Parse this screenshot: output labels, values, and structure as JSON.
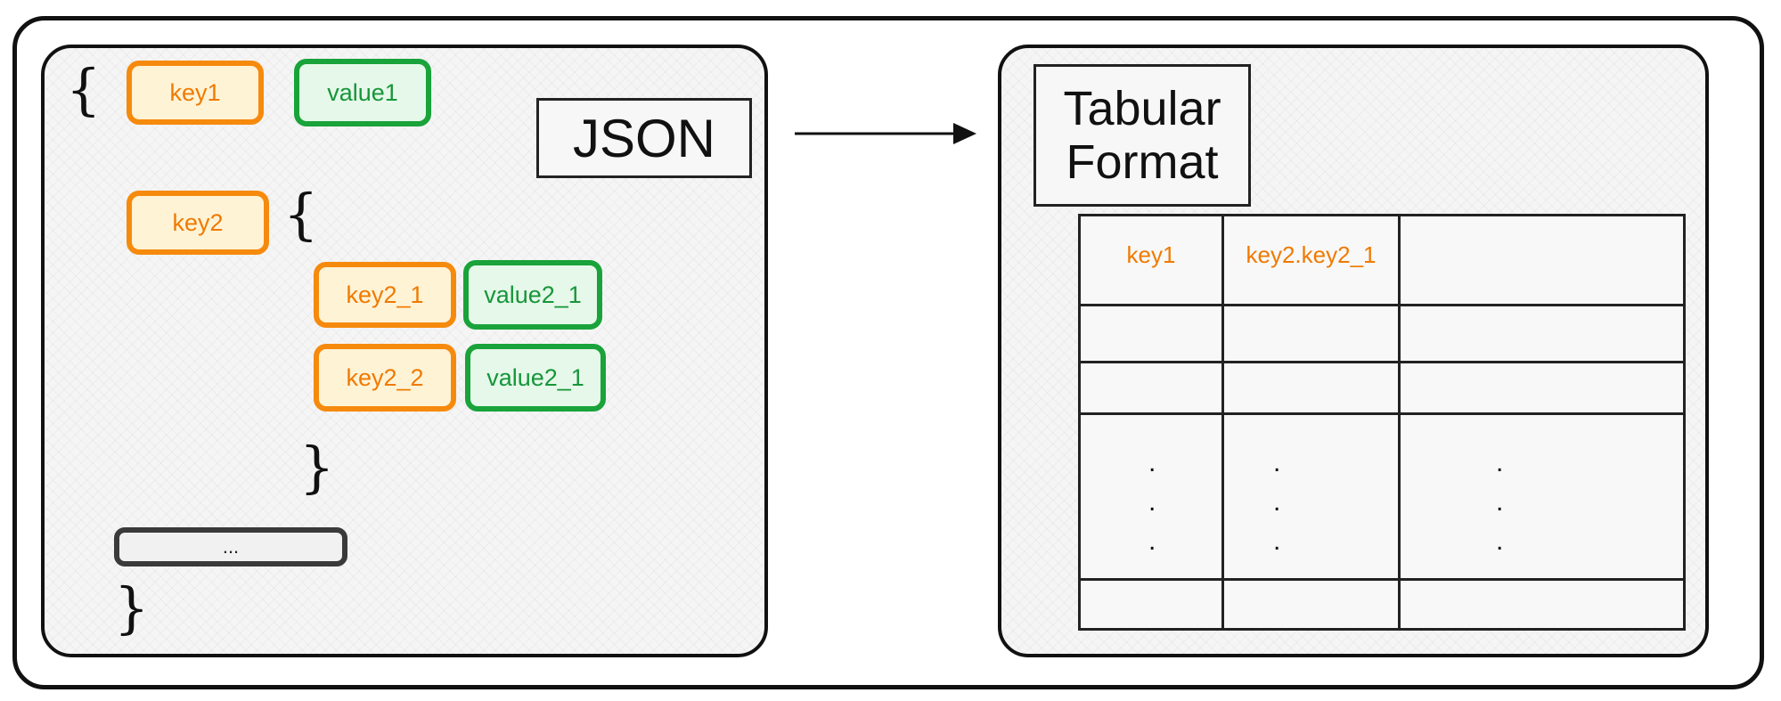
{
  "json_panel": {
    "title": "JSON",
    "open_brace": "{",
    "close_brace": "}",
    "nested_open_brace": "{",
    "nested_close_brace": "}",
    "key1": "key1",
    "value1": "value1",
    "key2": "key2",
    "key2_1": "key2_1",
    "value2_1": "value2_1",
    "key2_2": "key2_2",
    "value2_2": "value2_1",
    "ellipsis": "..."
  },
  "table_panel": {
    "title_line1": "Tabular",
    "title_line2": "Format",
    "headers": [
      "key1",
      "key2.key2_1",
      ""
    ],
    "continuation_dot": "."
  },
  "colors": {
    "key_border": "#f68a0d",
    "key_fill": "#fff3d6",
    "value_border": "#19a33a",
    "value_fill": "#e6f8e9",
    "outline": "#111111"
  }
}
